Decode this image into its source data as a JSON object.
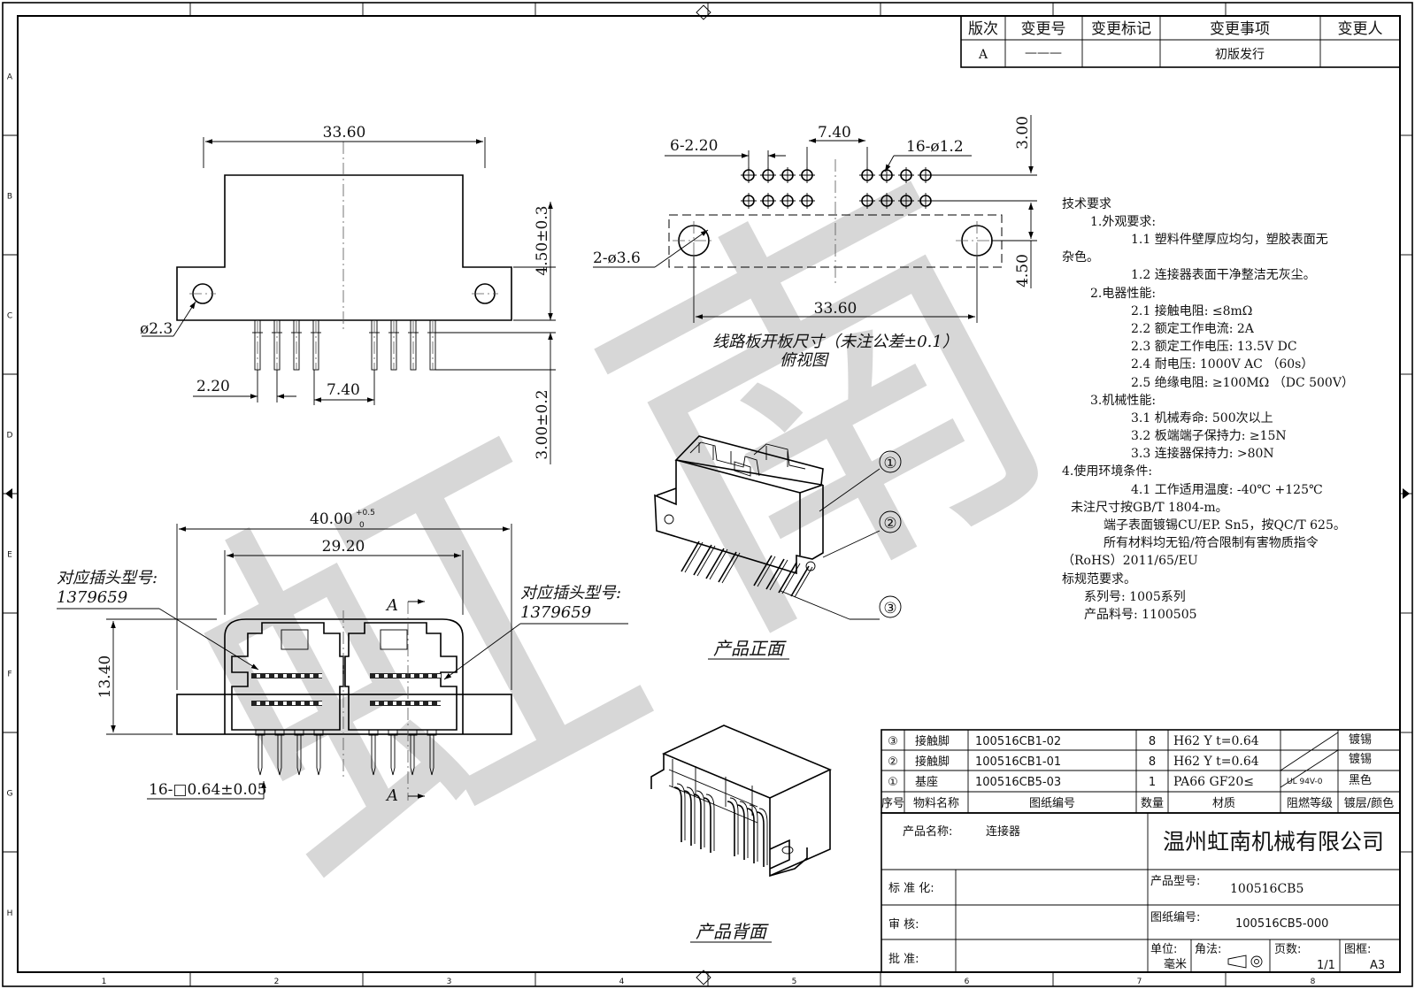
{
  "watermark": [
    "虹",
    "南"
  ],
  "revision_table": {
    "headers": [
      "版次",
      "变更号",
      "变更标记",
      "变更事项",
      "变更人"
    ],
    "row": {
      "version": "A",
      "change_no": "———",
      "mark": "",
      "item": "初版发行",
      "person": ""
    }
  },
  "border": {
    "columns": [
      "1",
      "2",
      "3",
      "4",
      "5",
      "6",
      "7",
      "8"
    ],
    "rows": [
      "A",
      "B",
      "C",
      "D",
      "E",
      "F",
      "G",
      "H"
    ]
  },
  "front_view": {
    "width": "33.60",
    "height": "4.50±0.3",
    "pin_length": "3.00±0.2",
    "hole": "ø2.3",
    "pitch": "2.20",
    "gap": "7.40"
  },
  "pcb_view": {
    "pitch": "6-2.20",
    "gap": "7.40",
    "pin_holes": "16-ø1.2",
    "mount_holes": "2-ø3.6",
    "hole_spacing": "33.60",
    "offset_top": "3.00",
    "offset_side": "4.50",
    "caption": "线路板开板尺寸（未注公差±0.1）",
    "caption2": "俯视图"
  },
  "plug_view": {
    "overall": "40.00",
    "tol_upper": "+0.5",
    "tol_lower": "0",
    "inner": "29.20",
    "height": "13.40",
    "pin_size": "16-□0.64±0.05",
    "section": "A",
    "mate_left_label": "对应插头型号:",
    "mate_left_part": "1379659",
    "mate_right_label": "对应插头型号:",
    "mate_right_part": "1379659"
  },
  "iso_front": {
    "caption": "产品正面",
    "balloons": [
      "①",
      "②",
      "③"
    ]
  },
  "iso_back": {
    "caption": "产品背面"
  },
  "requirements": [
    "技术要求",
    "1.外观要求:",
    "1.1 塑料件壁厚应均匀，塑胶表面无",
    "杂色。",
    "1.2 连接器表面干净整洁无灰尘。",
    "2.电器性能:",
    "2.1 接触电阻: ≤8mΩ",
    "2.2 额定工作电流: 2A",
    "2.3 额定工作电压: 13.5V DC",
    "2.4 耐电压: 1000V AC （60s）",
    "2.5 绝缘电阻: ≥100MΩ （DC 500V）",
    "3.机械性能:",
    "3.1 机械寿命: 500次以上",
    "3.2 板端端子保持力: ≥15N",
    "3.3 连接器保持力: >80N",
    "4.使用环境条件:",
    "4.1 工作适用温度: -40℃  +125℃",
    "未注尺寸按GB/T 1804-m。",
    "端子表面镀锡CU/EP. Sn5，按QC/T 625。",
    "所有材料均无铅/符合限制有害物质指令",
    "（RoHS）2011/65/EU",
    "标规范要求。",
    "系列号: 1005系列",
    "产品料号: 1100505"
  ],
  "bom": {
    "headers": [
      "序号",
      "物料名称",
      "图纸编号",
      "数量",
      "材质",
      "阻燃等级",
      "镀层/颜色"
    ],
    "rows": [
      {
        "no": "③",
        "name": "接触脚",
        "drawing": "100516CB1-02",
        "qty": "8",
        "material": "H62 Y t=0.64",
        "flame": "",
        "finish": "镀锡"
      },
      {
        "no": "②",
        "name": "接触脚",
        "drawing": "100516CB1-01",
        "qty": "8",
        "material": "H62 Y t=0.64",
        "flame": "",
        "finish": "镀锡"
      },
      {
        "no": "①",
        "name": "基座",
        "drawing": "100516CB5-03",
        "qty": "1",
        "material": "PA66 GF20≤",
        "flame": "UL 94V-0",
        "finish": "黑色"
      }
    ]
  },
  "title_block": {
    "product_name_label": "产品名称:",
    "product_name": "连接器",
    "company": "温州虹南机械有限公司",
    "standard_label": "标 准 化:",
    "review_label": "审      核:",
    "approve_label": "批      准:",
    "model_label": "产品型号:",
    "model": "100516CB5",
    "drawing_label": "图纸编号:",
    "drawing_no": "100516CB5-000",
    "unit_label": "单位:",
    "unit": "毫米",
    "angle_label": "角法:",
    "page_label": "页数:",
    "page": "1/1",
    "sheet_label": "图框:",
    "sheet": "A3"
  }
}
